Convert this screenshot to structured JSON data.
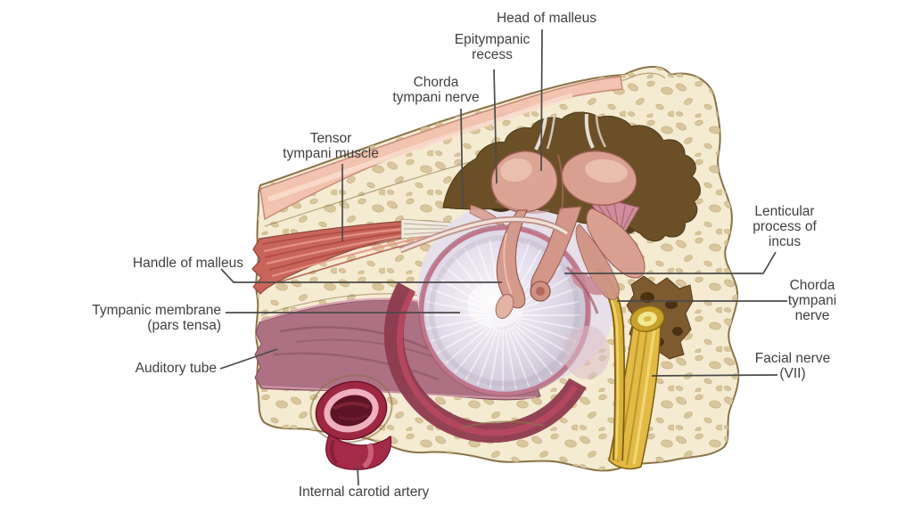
{
  "figure": {
    "description": "Anatomical illustration of the middle ear shown in section",
    "background": "#ffffff"
  },
  "labels": {
    "head_of_malleus": "Head of malleus",
    "epitympanic_recess": "Epitympanic\nrecess",
    "chorda_tympani_nerve_top": "Chorda\ntympani nerve",
    "tensor_tympani_muscle": "Tensor\ntympani muscle",
    "handle_of_malleus": "Handle of malleus",
    "tympanic_membrane": "Tympanic membrane\n(pars tensa)",
    "auditory_tube": "Auditory tube",
    "internal_carotid_artery": "Internal carotid artery",
    "lenticular_process_of_incus": "Lenticular\nprocess of\nincus",
    "chorda_tympani_nerve_right": "Chorda\ntympani\nnerve",
    "facial_nerve_vii": "Facial nerve\n(VII)"
  },
  "colors": {
    "label_text": "#3f3f3f",
    "leader_line": "#4a4a4a",
    "bone_cream": "#f4ebd2",
    "bone_speckle": "#dac69e",
    "skin_pink": "#f2c3ae",
    "muscle_red": "#c9645a",
    "auditory_tube_mauve": "#ad7183",
    "membrane_gray": "#e2dcea",
    "membrane_rim_pink": "#c0768c",
    "recess_brown": "#6b5027",
    "mucosa_pink": "#c4798c",
    "ossicle_pink": "#d9a092",
    "nerve_yellow": "#e2ba45",
    "artery_red": "#a42b47"
  }
}
